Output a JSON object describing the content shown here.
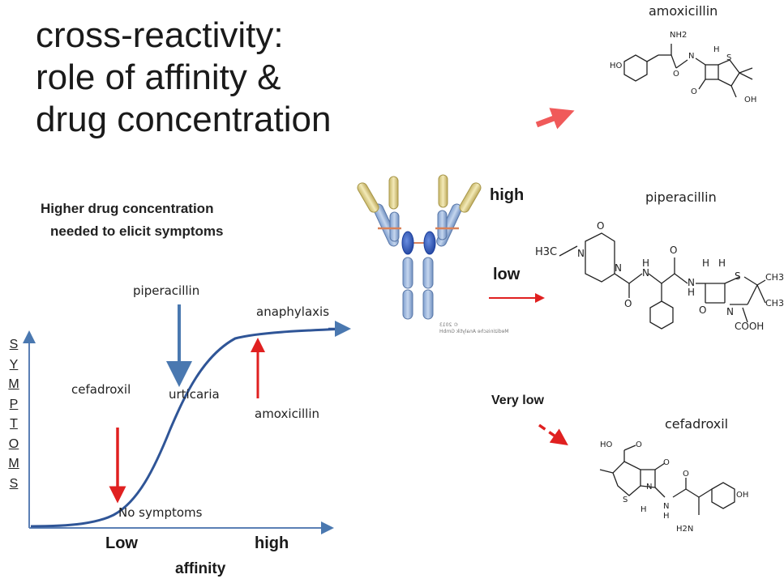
{
  "title": {
    "line1": "cross-reactivity:",
    "line2": "role of affinity &",
    "line3": "drug concentration"
  },
  "subtitle": {
    "line1": "Higher drug concentration",
    "line2": "needed to elicit symptoms"
  },
  "graph": {
    "y_axis_label": [
      "S",
      "Y",
      "M",
      "P",
      "T",
      "O",
      "M",
      "S"
    ],
    "x_low": "Low",
    "x_high": "high",
    "x_label": "affinity",
    "labels": {
      "piperacillin": "piperacillin",
      "anaphylaxis": "anaphylaxis",
      "cefadroxil": "cefadroxil",
      "urticaria": "urticaria",
      "amoxicillin": "amoxicillin",
      "no_symptoms": "No symptoms"
    }
  },
  "concentration": {
    "high": "high",
    "low": "low",
    "very_low": "Very low"
  },
  "molecules": {
    "amoxicillin": {
      "name": "amoxicillin",
      "atoms": {
        "nh2": "NH2",
        "ho": "HO",
        "o": "O",
        "n": "N",
        "s": "S",
        "oh": "OH",
        "h": "H"
      }
    },
    "piperacillin": {
      "name": "piperacillin",
      "atoms": {
        "h3c": "H3C",
        "n": "N",
        "o": "O",
        "h": "H",
        "s": "S",
        "ch3": "CH3",
        "cooh": "COOH"
      }
    },
    "cefadroxil": {
      "name": "cefadroxil",
      "atoms": {
        "ho": "HO",
        "o": "O",
        "n": "N",
        "s": "S",
        "h": "H",
        "oh": "OH",
        "h2n": "H2N"
      }
    }
  },
  "antibody_stamp": {
    "line1": "© 2013",
    "line2": "Medizinische Analytik GmbH"
  },
  "colors": {
    "arrow_red": "#e02020",
    "arrow_blue": "#4a78b0",
    "curve": "#2f5597",
    "arrow_salmon": "#f05a5a"
  }
}
